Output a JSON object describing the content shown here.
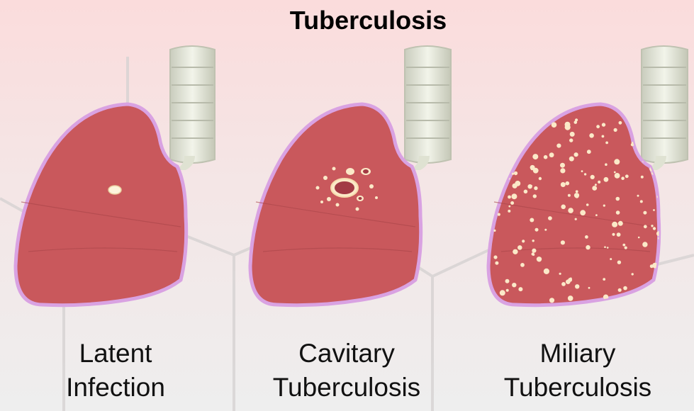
{
  "title": "Tuberculosis",
  "panels": [
    {
      "caption_line1": "Latent",
      "caption_line2": "Infection"
    },
    {
      "caption_line1": "Cavitary",
      "caption_line2": "Tuberculosis"
    },
    {
      "caption_line1": "Miliary",
      "caption_line2": "Tuberculosis"
    }
  ],
  "colors": {
    "lung_fill": "#c9585c",
    "lung_edge": "#d9a2e2",
    "lesion": "#fbe9c8",
    "trachea": "#e8ebdd"
  }
}
